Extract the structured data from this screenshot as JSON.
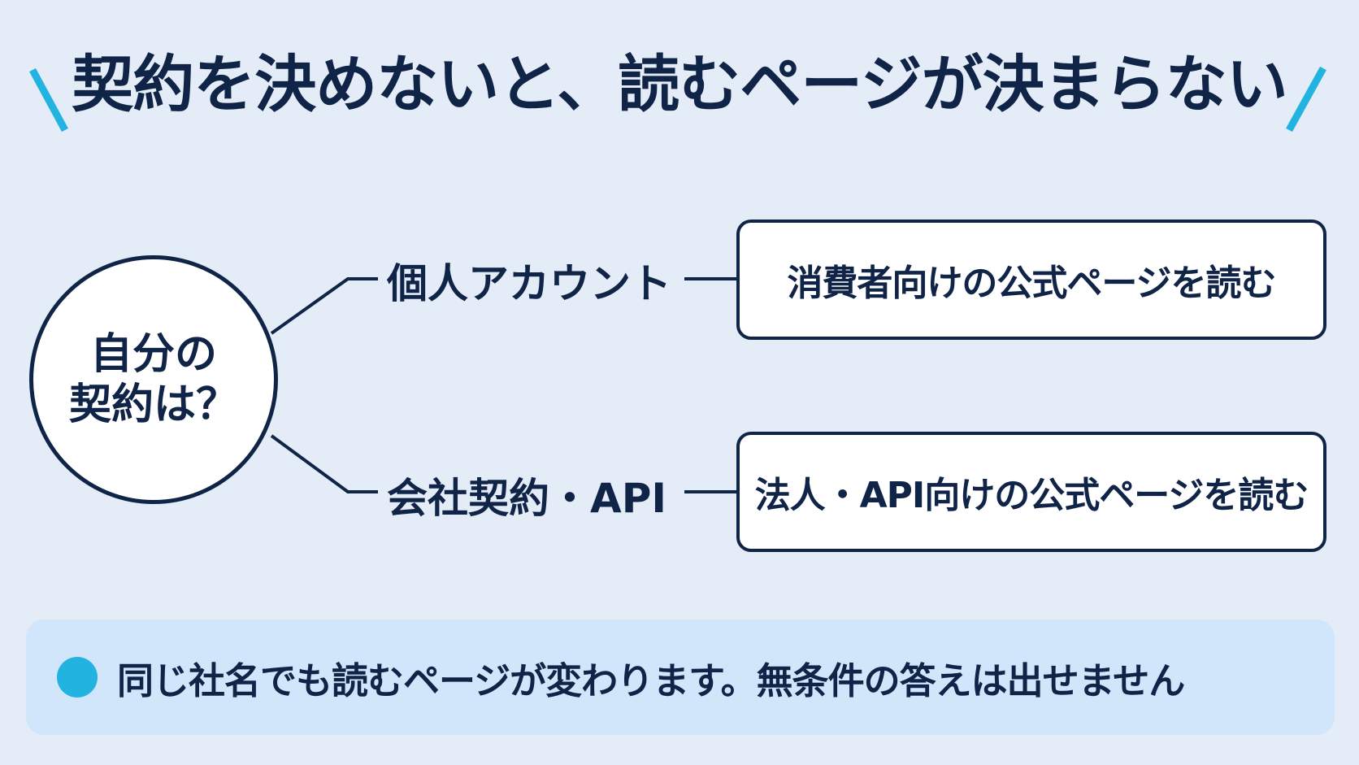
{
  "title": "契約を決めないと、読むページが決まらない",
  "center_question": {
    "line1": "自分の",
    "line2": "契約は？"
  },
  "branches": [
    {
      "label": "個人アカウント",
      "result": "消費者向けの公式ページを読む"
    },
    {
      "label": "会社契約・API",
      "result": "法人・API向けの公式ページを読む"
    }
  ],
  "note": {
    "text": "同じ社名でも読むページが変わります。無条件の答えは出せません"
  },
  "colors": {
    "background": "#e4edf7",
    "navy": "#102448",
    "accent": "#22b3e0",
    "note_background": "#d1e6fb"
  },
  "icons": {
    "title_left": "slash-accent-icon",
    "title_right": "slash-accent-icon",
    "note_bullet": "dot-bullet-icon"
  }
}
